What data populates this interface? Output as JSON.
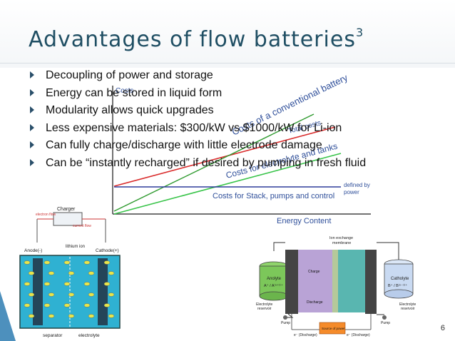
{
  "title": {
    "main": "Advantages of flow batteries",
    "sup": "3"
  },
  "bullets": [
    "Decoupling of power and storage",
    "Energy can be stored in liquid form",
    "Modularity allows quick upgrades",
    "Less expensive materials: $300/kW vs $1000/kW for Li-ion",
    "Can fully charge/discharge with little electrode damage",
    "Can be “instantly recharged” if desired by pumping in fresh fluid"
  ],
  "cost_chart": {
    "y_label": "Costs",
    "x_label": "Energy Content",
    "conventional": "Costs of a conventional battery",
    "total": "Total costs",
    "electrolyte": "Costs for electrolyte and tanks",
    "stack": "Costs for Stack, pumps and control",
    "power_note": "defined by\npower",
    "colors": {
      "conventional": "#2f9a2f",
      "total": "#d92b2b",
      "stack": "#2f3d9a",
      "electrolyte": "#39c44a",
      "axis": "#444444",
      "text": "#2f4f9a"
    }
  },
  "li_ion_diagram": {
    "charger": "Charger",
    "electron_flow": "electron flow",
    "current_flow": "current flow",
    "anode": "Anode(-)",
    "cathode": "Cathode(+)",
    "lithium_ion": "lithium ion",
    "separator": "separator",
    "electrolyte": "electrolyte"
  },
  "flow_diagram": {
    "membrane": "Ion exchange\nmembrane",
    "anolyte": "Anolyte",
    "anolyte_ions": "A⁺ / A⁽ⁿ⁺¹⁾⁺",
    "catholyte": "Catholyte",
    "catholyte_ions": "B⁺ / B⁽ⁿ⁻¹⁾⁺",
    "left_reservoir": "Electrolyte\nreservoir",
    "right_reservoir": "Electrolyte\nreservoir",
    "charge_label": "Charge",
    "discharge_label": "Discharge",
    "pump_left": "Pump",
    "pump_right": "Pump",
    "source": "Source of power",
    "e_left": "e⁻ (Discharge)",
    "e_right": "e⁻ (Discharge)"
  },
  "page_number": "6"
}
